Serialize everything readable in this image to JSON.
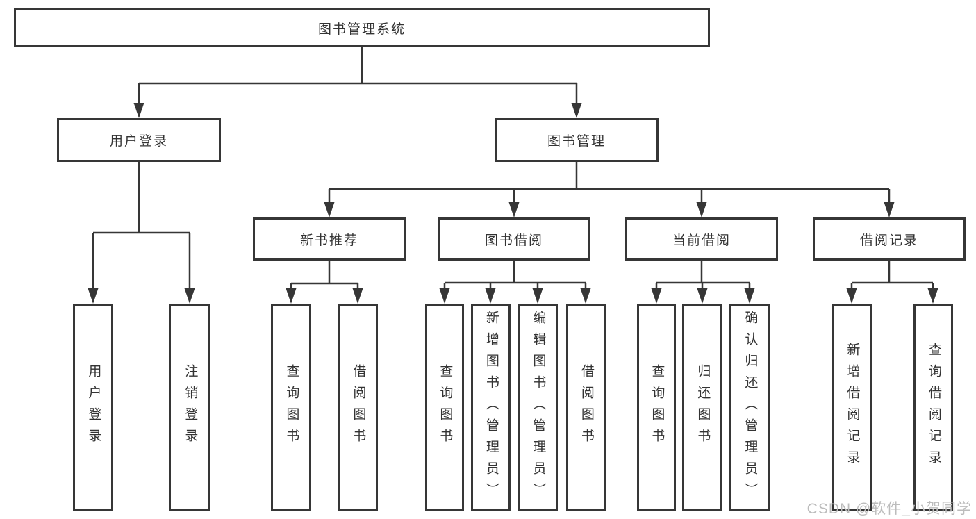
{
  "diagram": {
    "type": "hierarchy",
    "root": {
      "label": "图书管理系统",
      "children": [
        {
          "label": "用户登录",
          "children": [
            {
              "label": "用户登录"
            },
            {
              "label": "注销登录"
            }
          ]
        },
        {
          "label": "图书管理",
          "children": [
            {
              "label": "新书推荐",
              "children": [
                {
                  "label": "查询图书"
                },
                {
                  "label": "借阅图书"
                }
              ]
            },
            {
              "label": "图书借阅",
              "children": [
                {
                  "label": "查询图书"
                },
                {
                  "label": "新增图书（管理员）"
                },
                {
                  "label": "编辑图书（管理员）"
                },
                {
                  "label": "借阅图书"
                }
              ]
            },
            {
              "label": "当前借阅",
              "children": [
                {
                  "label": "查询图书"
                },
                {
                  "label": "归还图书"
                },
                {
                  "label": "确认归还（管理员）"
                }
              ]
            },
            {
              "label": "借阅记录",
              "children": [
                {
                  "label": "新增借阅记录"
                },
                {
                  "label": "查询借阅记录"
                }
              ]
            }
          ]
        }
      ]
    },
    "colors": {
      "line": "#363636",
      "text": "#333333",
      "box_background": "#ffffff",
      "page_background": "#ffffff",
      "watermark": "#bcbcbc"
    }
  },
  "watermark": {
    "text": "CSDN @软件_小贺同学"
  }
}
